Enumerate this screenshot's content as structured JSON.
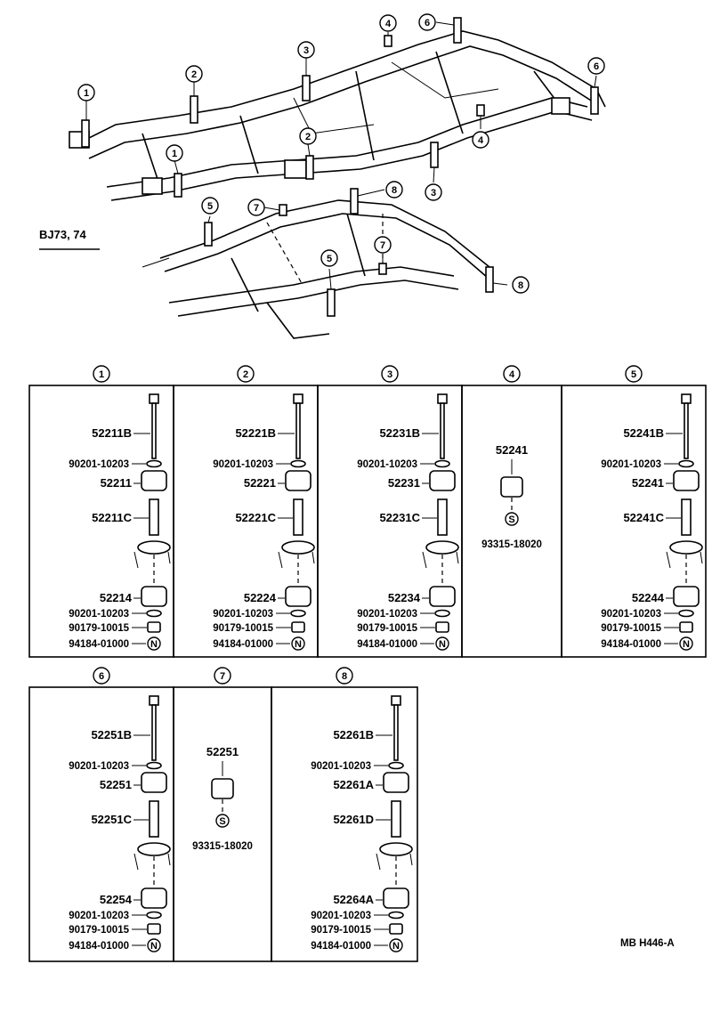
{
  "model_label": "BJ73, 74",
  "footer_code": "MB  H446-A",
  "frame_callouts": [
    "1",
    "2",
    "3",
    "4",
    "5",
    "6",
    "7",
    "8"
  ],
  "groups": [
    {
      "num": "1",
      "parts": {
        "bolt": "52211B",
        "washer": "90201-10203",
        "upper": "52211",
        "collar": "52211C",
        "lower": "52214",
        "washer2": "90201-10203",
        "nut": "90179-10015",
        "cotter": "94184-01000"
      }
    },
    {
      "num": "2",
      "parts": {
        "bolt": "52221B",
        "washer": "90201-10203",
        "upper": "52221",
        "collar": "52221C",
        "lower": "52224",
        "washer2": "90201-10203",
        "nut": "90179-10015",
        "cotter": "94184-01000"
      }
    },
    {
      "num": "3",
      "parts": {
        "bolt": "52231B",
        "washer": "90201-10203",
        "upper": "52231",
        "collar": "52231C",
        "lower": "52234",
        "washer2": "90201-10203",
        "nut": "90179-10015",
        "cotter": "94184-01000"
      }
    },
    {
      "num": "4",
      "parts": {
        "cushion": "52241",
        "screw": "93315-18020"
      }
    },
    {
      "num": "5",
      "parts": {
        "bolt": "52241B",
        "washer": "90201-10203",
        "upper": "52241",
        "collar": "52241C",
        "lower": "52244",
        "washer2": "90201-10203",
        "nut": "90179-10015",
        "cotter": "94184-01000"
      }
    },
    {
      "num": "6",
      "parts": {
        "bolt": "52251B",
        "washer": "90201-10203",
        "upper": "52251",
        "collar": "52251C",
        "lower": "52254",
        "washer2": "90201-10203",
        "nut": "90179-10015",
        "cotter": "94184-01000"
      }
    },
    {
      "num": "7",
      "parts": {
        "cushion": "52251",
        "screw": "93315-18020"
      }
    },
    {
      "num": "8",
      "parts": {
        "bolt": "52261B",
        "washer": "90201-10203",
        "upper": "52261A",
        "collar": "52261D",
        "lower": "52264A",
        "washer2": "90201-10203",
        "nut": "90179-10015",
        "cotter": "94184-01000"
      }
    }
  ],
  "symbols": {
    "screw": "S",
    "cotter": "N"
  }
}
